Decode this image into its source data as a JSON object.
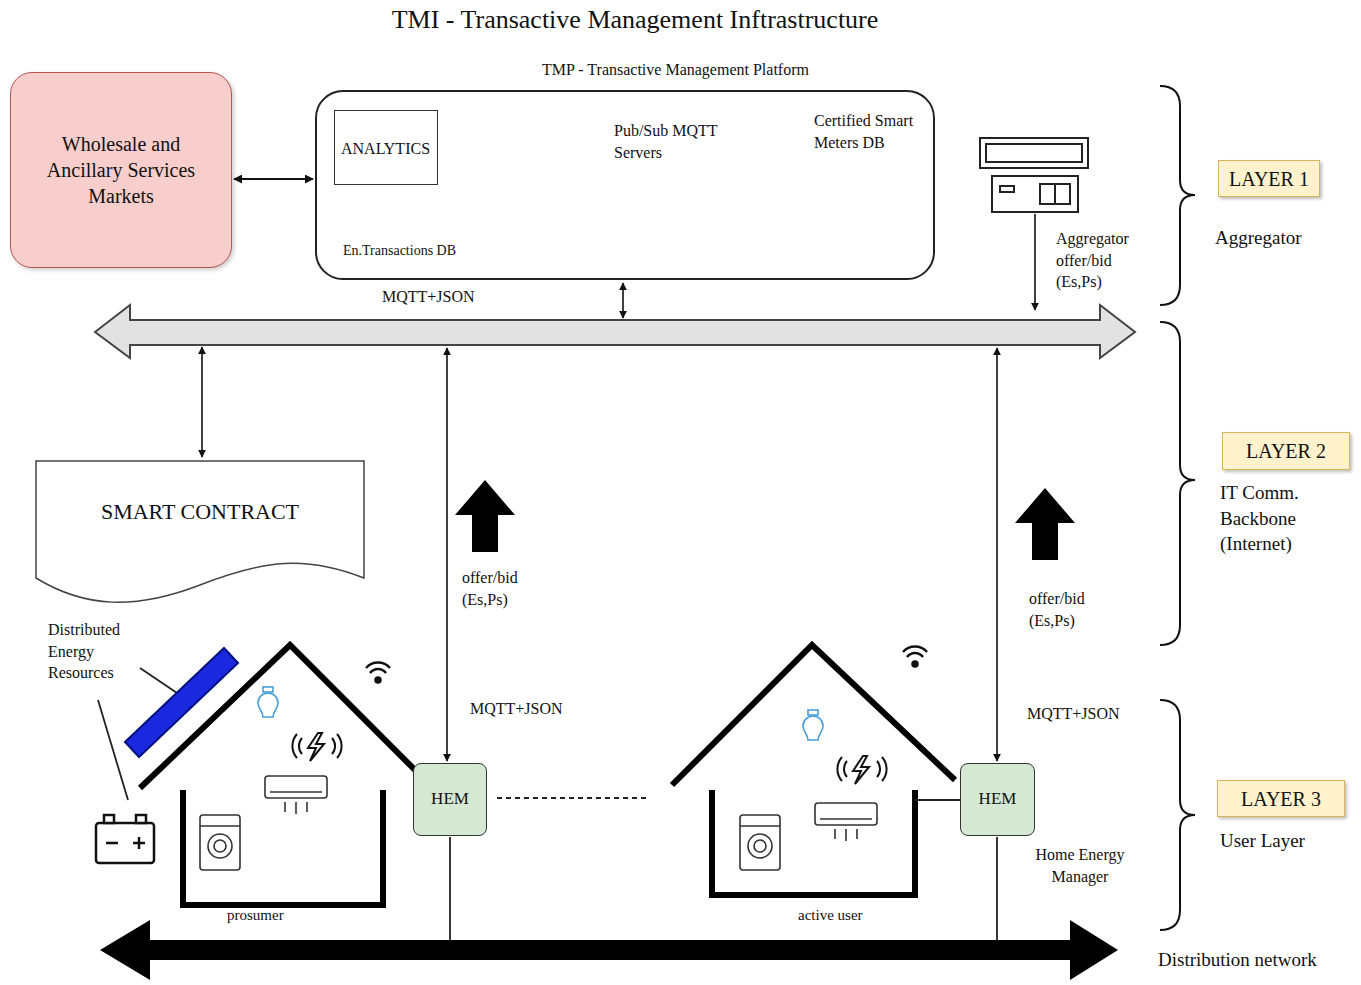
{
  "diagram": {
    "title": "TMI - Transactive Management Inftrastructure",
    "nodes": [
      {
        "text": [
          "Wholesale and Ancillary Services Markets"
        ]
      },
      {
        "text": [
          "TMP - Transactive Management Platform"
        ]
      },
      {
        "text": [
          "ANALYTICS"
        ],
        "in": 1
      },
      {
        "text": [
          "LAYER 1"
        ]
      },
      {
        "text": [
          "LAYER 2"
        ]
      },
      {
        "text": [
          "SMART CONTRACT"
        ]
      },
      {
        "text": [
          "HEM"
        ]
      },
      {
        "text": [
          "HEM"
        ]
      },
      {
        "text": [
          "LAYER 3"
        ]
      }
    ],
    "edges": [
      {
        "from": 0,
        "to": 1,
        "arrow": "both"
      }
    ],
    "labels": [
      "En.Transactions DB",
      "Pub/Sub MQTT Servers",
      "Certified Smart Meters DB",
      "MQTT+JSON",
      "Aggregator offer/bid (Es,Ps)",
      "Aggregator",
      "IT Comm. Backbone (Internet)",
      "offer/bid (Es,Ps)",
      "offer/bid (Es,Ps)",
      "Distributed Energy Resources",
      "MQTT+JSON",
      "MQTT+JSON",
      "User Layer",
      "Home Energy Manager",
      "prosumer",
      "active user",
      "Distribution network"
    ]
  }
}
